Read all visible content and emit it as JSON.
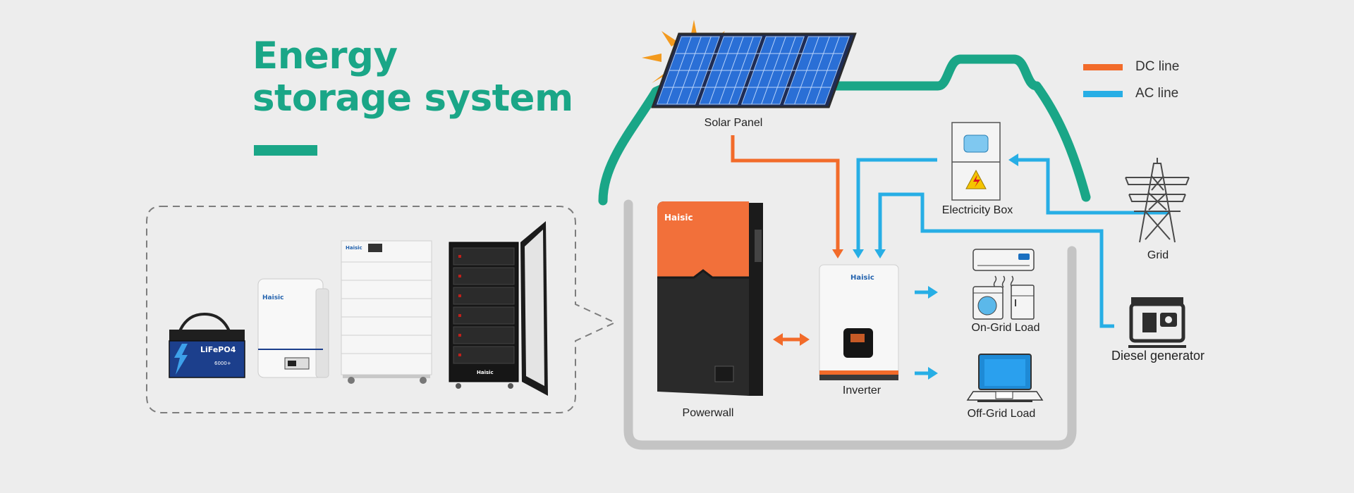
{
  "title": {
    "line1": "Energy",
    "line2": "storage system"
  },
  "legend": [
    {
      "label": "DC line",
      "color": "#f26b2a"
    },
    {
      "label": "AC line",
      "color": "#27aee5"
    }
  ],
  "colors": {
    "accent": "#1aa687",
    "dc": "#f26b2a",
    "ac": "#27aee5",
    "loop": "#c4c4c4"
  },
  "nodes": {
    "solar_panel": "Solar Panel",
    "electricity_box": "Electricity Box",
    "grid": "Grid",
    "diesel_generator": "Diesel generator",
    "powerwall": "Powerwall",
    "inverter": "Inverter",
    "on_grid_load": "On-Grid Load",
    "off_grid_load": "Off-Grid Load"
  },
  "brand": "Haisic",
  "battery_label": {
    "chem": "LiFePO4",
    "cycles": "6000+"
  },
  "icons": [
    "sun-icon",
    "solar-panel-icon",
    "electricity-box-icon",
    "transmission-tower-icon",
    "diesel-generator-icon",
    "air-conditioner-icon",
    "washing-machine-icon",
    "refrigerator-icon",
    "laptop-icon"
  ]
}
